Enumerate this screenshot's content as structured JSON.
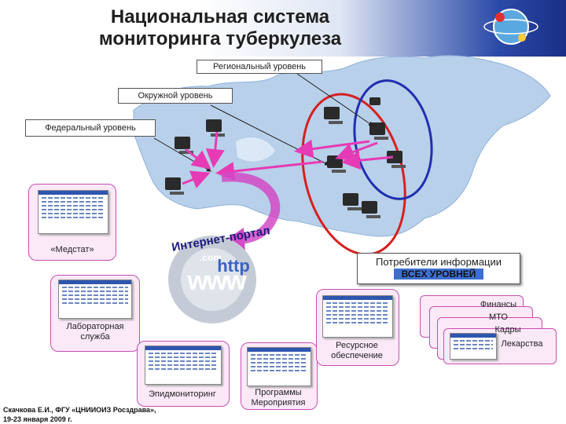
{
  "title": {
    "line1": "Национальная система",
    "line2": "мониторинга туберкулеза"
  },
  "levels": {
    "regional": "Региональный уровень",
    "district": "Окружной уровень",
    "federal": "Федеральный уровень"
  },
  "portal": {
    "arc_text": "Интернет-портал",
    "com": ".com",
    "http": "http",
    "www": "www"
  },
  "consumers": {
    "line1": "Потребители информации",
    "line2": "ВСЕХ УРОВНЕЙ"
  },
  "sources": {
    "medstat": "«Медстат»",
    "lab_line1": "Лабораторная",
    "lab_line2": "служба",
    "epid": "Эпидмониторинг",
    "prog_line1": "Программы",
    "prog_line2": "Мероприятия",
    "res_line1": "Ресурсное",
    "res_line2": "обеспечение",
    "stack": [
      "Финансы",
      "МТО",
      "Кадры",
      "Лекарства"
    ]
  },
  "footer": {
    "line1": "Скачкова Е.И., ФГУ «ЦНИИОИЗ Росздрава»,",
    "line2": "19-23 января 2009 г."
  },
  "colors": {
    "map": "#b8d0ea",
    "arrow": "#e63bb4",
    "red_ellipse": "#d62020",
    "blue_ellipse": "#1f2fb0",
    "header_blue": "#1a2f86"
  }
}
